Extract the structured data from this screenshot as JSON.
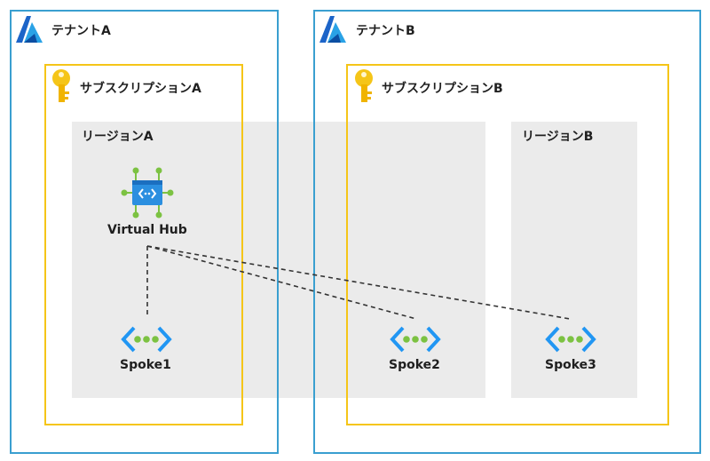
{
  "tenants": [
    {
      "label": "テナントA",
      "icon": "azure-logo-icon"
    },
    {
      "label": "テナントB",
      "icon": "azure-logo-icon"
    }
  ],
  "subscriptions": [
    {
      "label": "サブスクリプションA",
      "icon": "key-icon"
    },
    {
      "label": "サブスクリプションB",
      "icon": "key-icon"
    }
  ],
  "regions": [
    {
      "label": "リージョンA"
    },
    {
      "label": "リージョンB"
    }
  ],
  "hub": {
    "label": "Virtual Hub",
    "icon": "virtual-hub-icon"
  },
  "spokes": [
    {
      "label": "Spoke1",
      "icon": "virtual-network-icon"
    },
    {
      "label": "Spoke2",
      "icon": "virtual-network-icon"
    },
    {
      "label": "Spoke3",
      "icon": "virtual-network-icon"
    }
  ],
  "colors": {
    "tenant_border": "#3a9fd0",
    "subscription_border": "#f5c518",
    "region_fill": "#ebebeb",
    "connection": "#333333"
  }
}
